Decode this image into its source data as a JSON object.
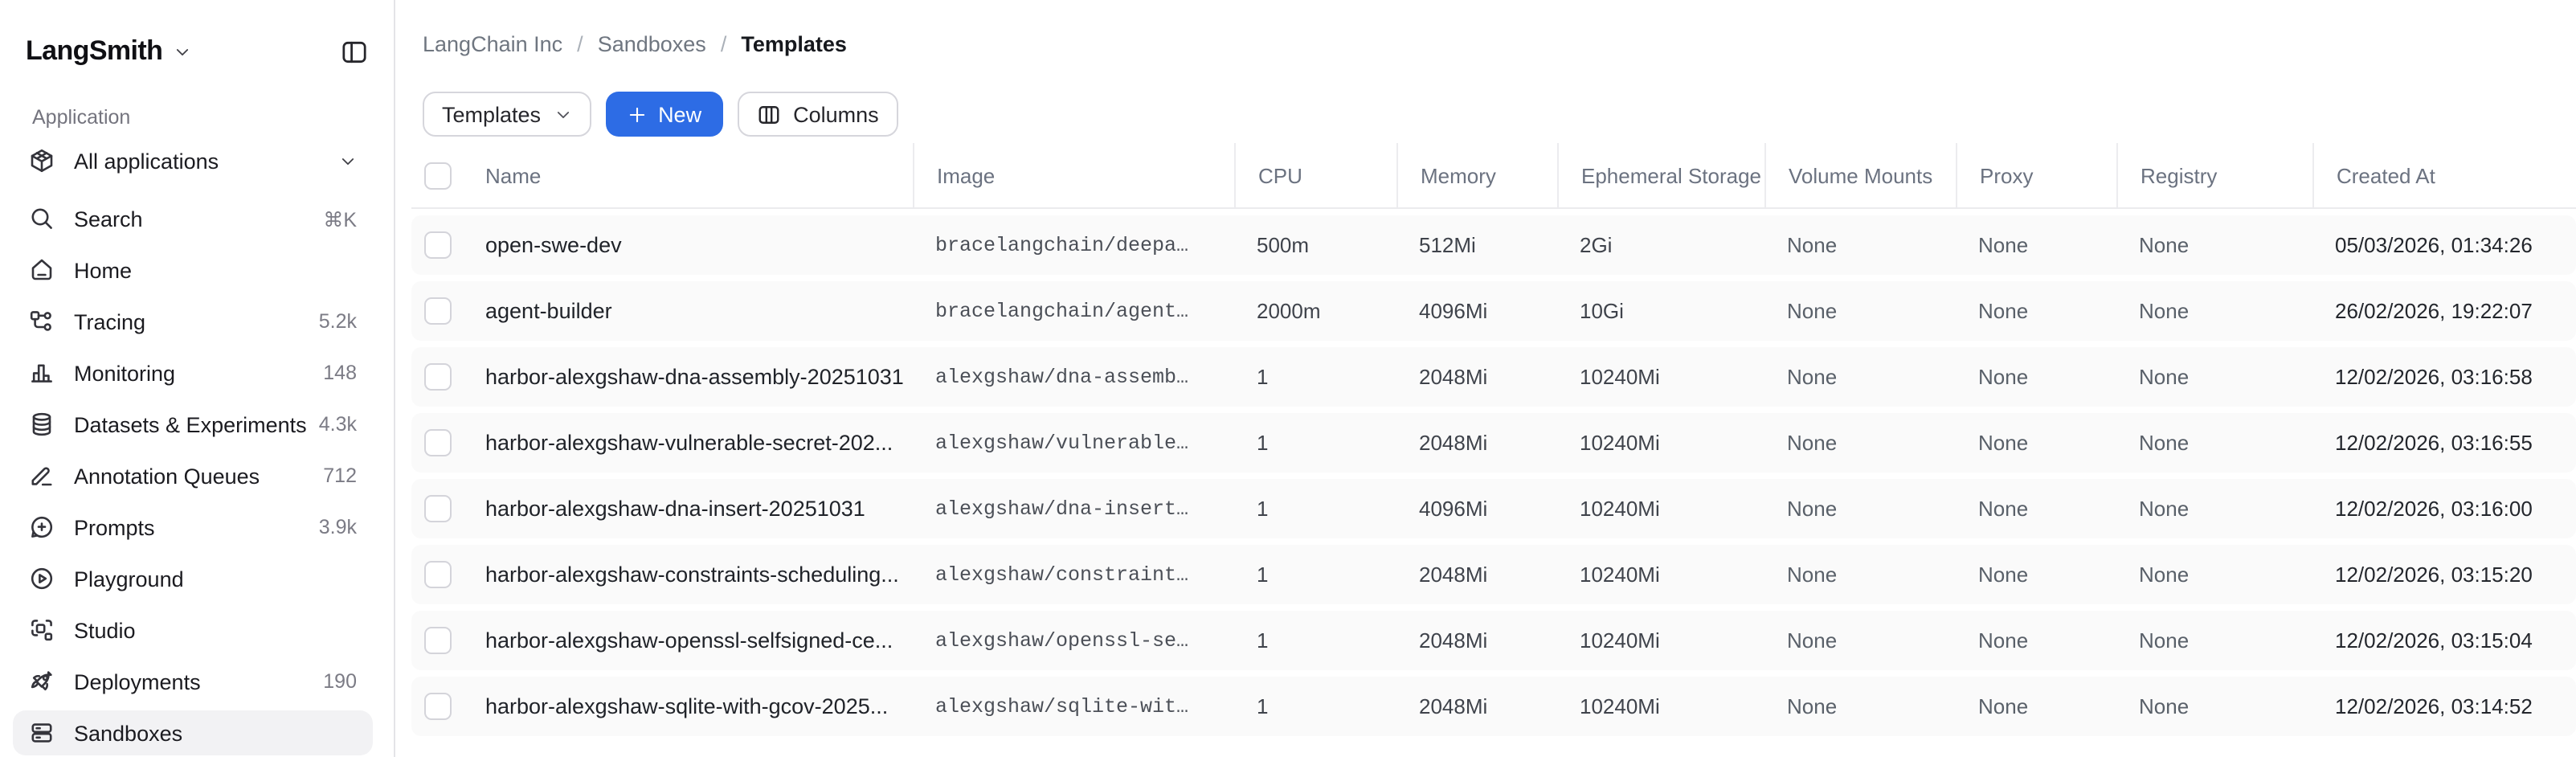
{
  "colors": {
    "accent_blue": "#2d6ce5",
    "active_item_bg": "#f2f2f4",
    "row_bg": "#fafafa",
    "divider": "#e4e4e7"
  },
  "sidebar": {
    "logo": "LangSmith",
    "section_label": "Application",
    "items": [
      {
        "label": "All applications",
        "icon": "box",
        "chevron": true,
        "gap_after": true
      },
      {
        "label": "Search",
        "icon": "search",
        "shortcut": "⌘K"
      },
      {
        "label": "Home",
        "icon": "home"
      },
      {
        "label": "Tracing",
        "icon": "tracing",
        "count": "5.2k"
      },
      {
        "label": "Monitoring",
        "icon": "monitoring",
        "count": "148"
      },
      {
        "label": "Datasets & Experiments",
        "icon": "datasets",
        "count": "4.3k"
      },
      {
        "label": "Annotation Queues",
        "icon": "annotation",
        "count": "712"
      },
      {
        "label": "Prompts",
        "icon": "prompts",
        "count": "3.9k"
      },
      {
        "label": "Playground",
        "icon": "playground"
      },
      {
        "label": "Studio",
        "icon": "studio"
      },
      {
        "label": "Deployments",
        "icon": "deployments",
        "count": "190"
      },
      {
        "label": "Sandboxes",
        "icon": "sandboxes",
        "active": true
      }
    ]
  },
  "breadcrumb": {
    "separator": "/",
    "items": [
      {
        "label": "LangChain Inc"
      },
      {
        "label": "Sandboxes"
      },
      {
        "label": "Templates",
        "current": true
      }
    ]
  },
  "toolbar": {
    "view_select_label": "Templates",
    "new_button_label": "New",
    "columns_button_label": "Columns"
  },
  "table": {
    "columns": [
      "Name",
      "Image",
      "CPU",
      "Memory",
      "Ephemeral Storage",
      "Volume Mounts",
      "Proxy",
      "Registry",
      "Created At"
    ],
    "rows": [
      {
        "name": "open-swe-dev",
        "image": "bracelangchain/deepa…",
        "cpu": "500m",
        "memory": "512Mi",
        "ephemeral_storage": "2Gi",
        "volume_mounts": "None",
        "proxy": "None",
        "registry": "None",
        "created_at": "05/03/2026, 01:34:26"
      },
      {
        "name": "agent-builder",
        "image": "bracelangchain/agent…",
        "cpu": "2000m",
        "memory": "4096Mi",
        "ephemeral_storage": "10Gi",
        "volume_mounts": "None",
        "proxy": "None",
        "registry": "None",
        "created_at": "26/02/2026, 19:22:07"
      },
      {
        "name": "harbor-alexgshaw-dna-assembly-20251031",
        "image": "alexgshaw/dna-assemb…",
        "cpu": "1",
        "memory": "2048Mi",
        "ephemeral_storage": "10240Mi",
        "volume_mounts": "None",
        "proxy": "None",
        "registry": "None",
        "created_at": "12/02/2026, 03:16:58"
      },
      {
        "name": "harbor-alexgshaw-vulnerable-secret-202...",
        "image": "alexgshaw/vulnerable…",
        "cpu": "1",
        "memory": "2048Mi",
        "ephemeral_storage": "10240Mi",
        "volume_mounts": "None",
        "proxy": "None",
        "registry": "None",
        "created_at": "12/02/2026, 03:16:55"
      },
      {
        "name": "harbor-alexgshaw-dna-insert-20251031",
        "image": "alexgshaw/dna-insert…",
        "cpu": "1",
        "memory": "4096Mi",
        "ephemeral_storage": "10240Mi",
        "volume_mounts": "None",
        "proxy": "None",
        "registry": "None",
        "created_at": "12/02/2026, 03:16:00"
      },
      {
        "name": "harbor-alexgshaw-constraints-scheduling...",
        "image": "alexgshaw/constraint…",
        "cpu": "1",
        "memory": "2048Mi",
        "ephemeral_storage": "10240Mi",
        "volume_mounts": "None",
        "proxy": "None",
        "registry": "None",
        "created_at": "12/02/2026, 03:15:20"
      },
      {
        "name": "harbor-alexgshaw-openssl-selfsigned-ce...",
        "image": "alexgshaw/openssl-se…",
        "cpu": "1",
        "memory": "2048Mi",
        "ephemeral_storage": "10240Mi",
        "volume_mounts": "None",
        "proxy": "None",
        "registry": "None",
        "created_at": "12/02/2026, 03:15:04"
      },
      {
        "name": "harbor-alexgshaw-sqlite-with-gcov-2025...",
        "image": "alexgshaw/sqlite-wit…",
        "cpu": "1",
        "memory": "2048Mi",
        "ephemeral_storage": "10240Mi",
        "volume_mounts": "None",
        "proxy": "None",
        "registry": "None",
        "created_at": "12/02/2026, 03:14:52"
      }
    ]
  }
}
